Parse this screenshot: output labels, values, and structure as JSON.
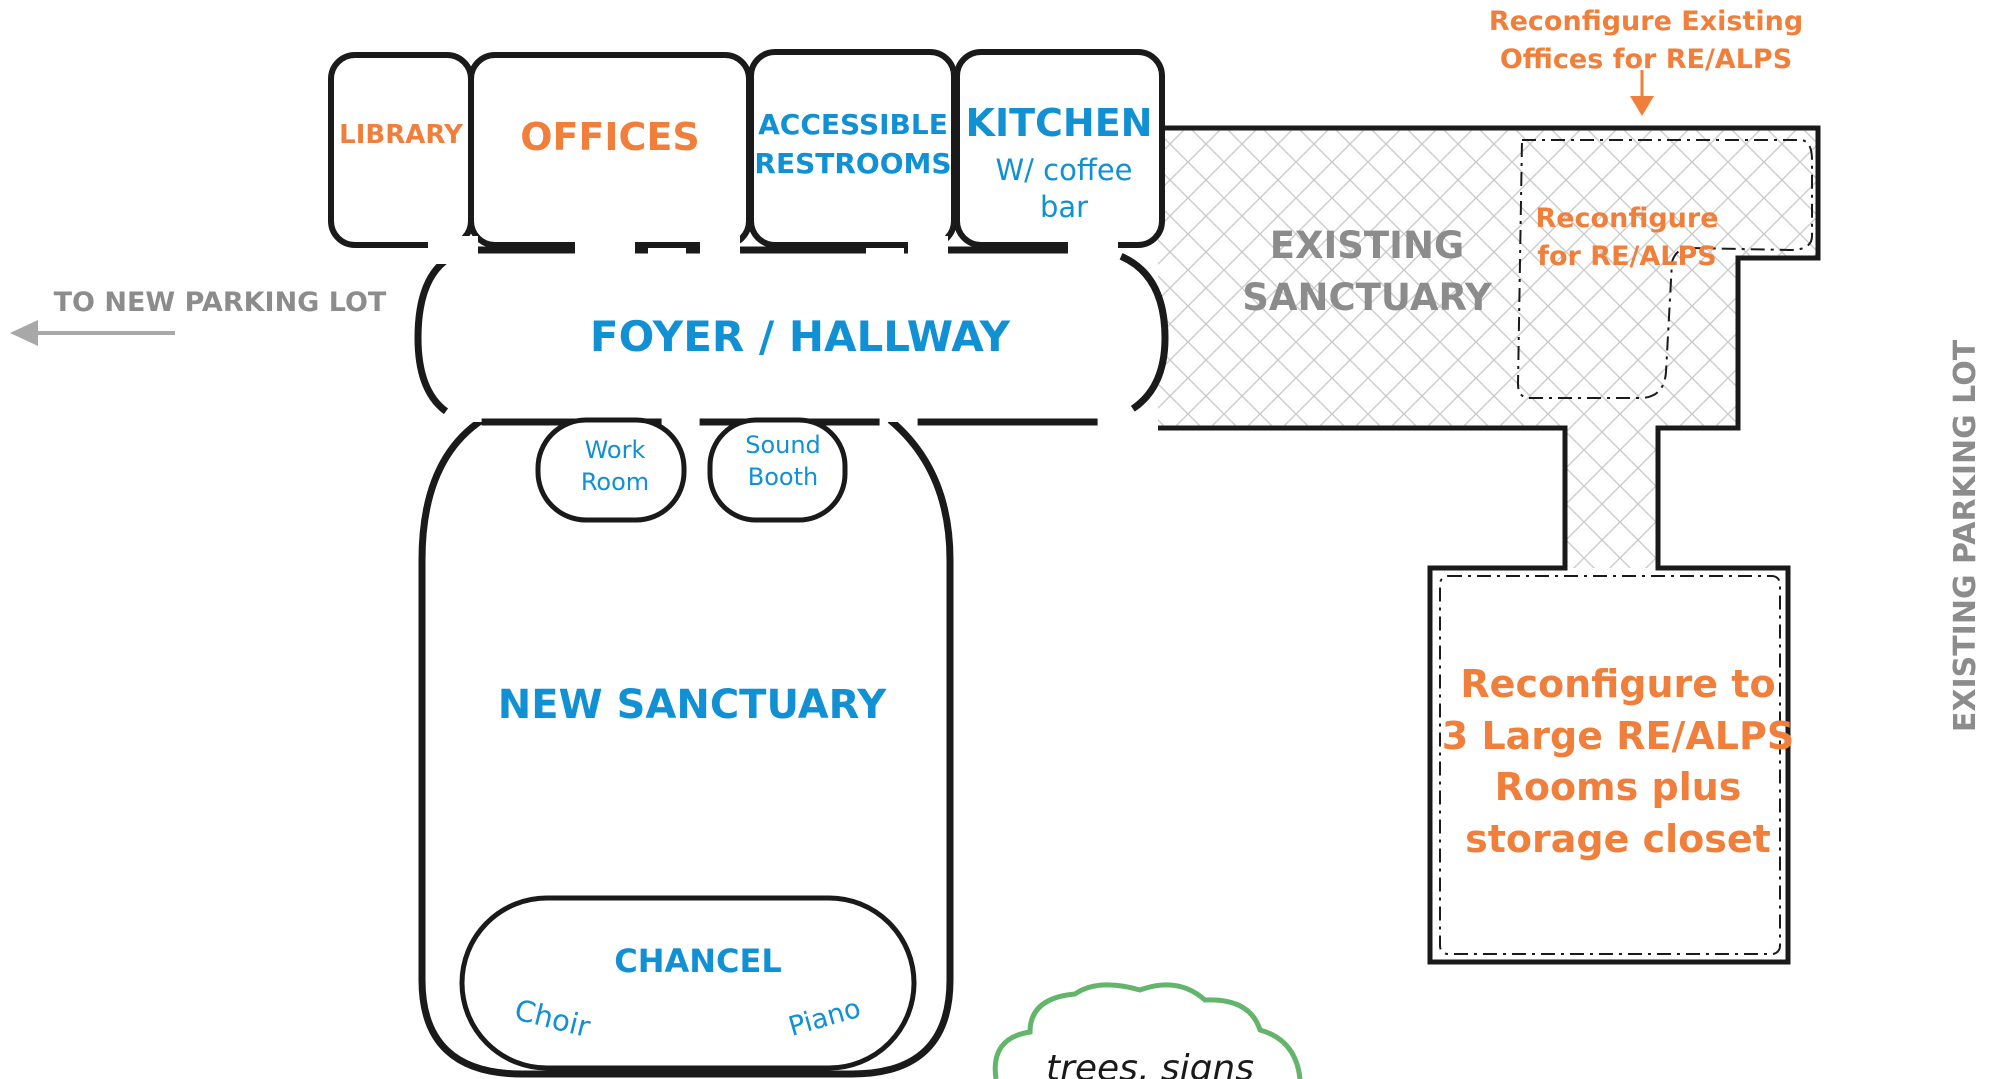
{
  "colors": {
    "orange": "#f07f3c",
    "blue": "#1190d3",
    "gray": "#8c8c8c",
    "line": "#1a1a1a",
    "cloud_fill": "#ffffff",
    "cloud_stroke": "#63b56b"
  },
  "rooms": {
    "library": "LIBRARY",
    "offices": "OFFICES",
    "restrooms_l1": "ACCESSIBLE",
    "restrooms_l2": "RESTROOMS",
    "kitchen": "KITCHEN",
    "kitchen_sub_l1": "W/ coffee",
    "kitchen_sub_l2": "bar",
    "foyer": "FOYER / HALLWAY",
    "work_l1": "Work",
    "work_l2": "Room",
    "sound_l1": "Sound",
    "sound_l2": "Booth",
    "new_sanctuary": "NEW SANCTUARY",
    "chancel": "CHANCEL",
    "choir": "Choir",
    "piano": "Piano",
    "existing_l1": "EXISTING",
    "existing_l2": "SANCTUARY",
    "reconf_small_l1": "Reconfigure",
    "reconf_small_l2": "for  RE/ALPS",
    "reconf_big_l1": "Reconfigure to",
    "reconf_big_l2": "3 Large RE/ALPS",
    "reconf_big_l3": "Rooms plus",
    "reconf_big_l4": "storage closet"
  },
  "annotations": {
    "top_note_l1": "Reconfigure Existing",
    "top_note_l2": "Offices for RE/ALPS",
    "to_new_parking": "TO NEW PARKING LOT",
    "existing_parking": "EXISTING PARKING LOT",
    "cloud_text": "trees, signs"
  }
}
